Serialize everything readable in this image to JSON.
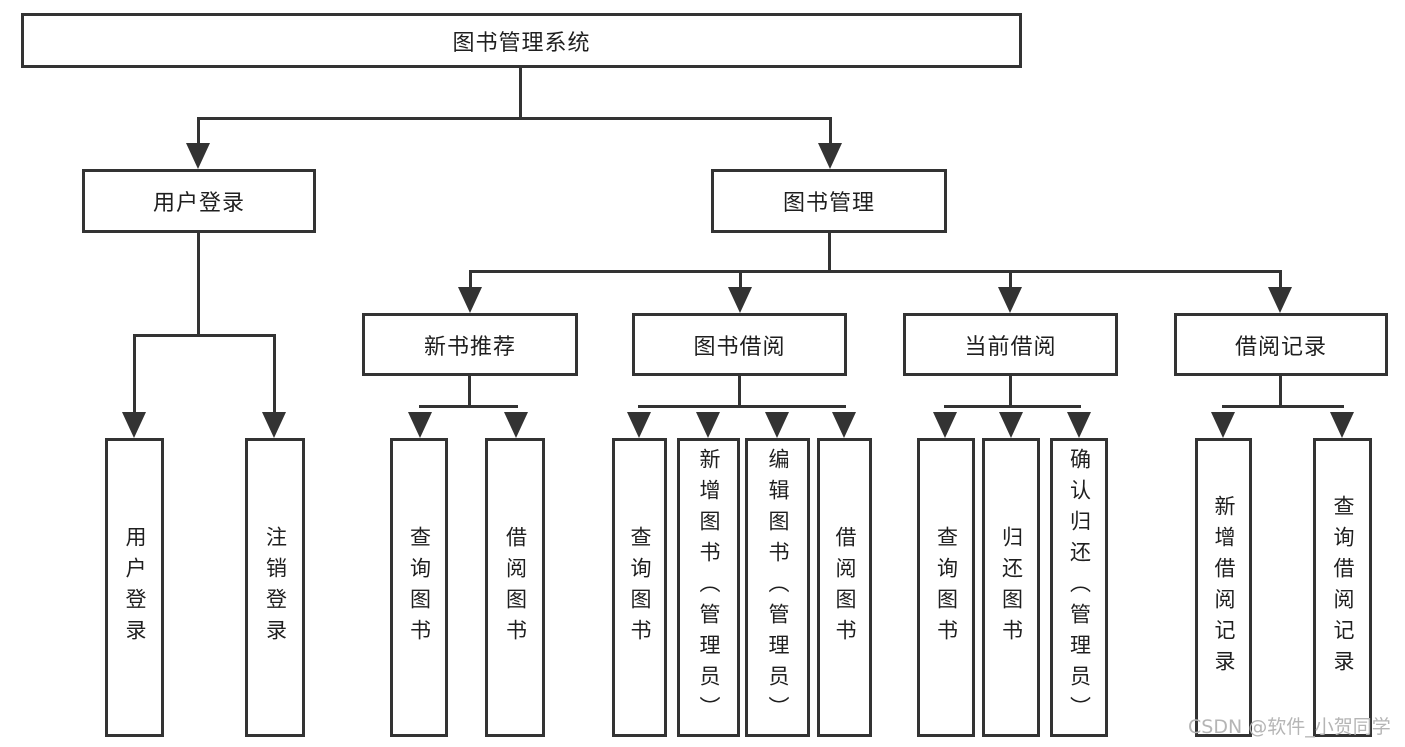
{
  "diagram": {
    "root": {
      "label": "图书管理系统"
    },
    "branches": [
      {
        "label": "用户登录",
        "children": [
          {
            "label": "用户登录"
          },
          {
            "label": "注销登录"
          }
        ]
      },
      {
        "label": "图书管理",
        "children": [
          {
            "label": "新书推荐",
            "children": [
              {
                "label": "查询图书"
              },
              {
                "label": "借阅图书"
              }
            ]
          },
          {
            "label": "图书借阅",
            "children": [
              {
                "label": "查询图书"
              },
              {
                "label": "新增图书（管理员）"
              },
              {
                "label": "编辑图书（管理员）"
              },
              {
                "label": "借阅图书"
              }
            ]
          },
          {
            "label": "当前借阅",
            "children": [
              {
                "label": "查询图书"
              },
              {
                "label": "归还图书"
              },
              {
                "label": "确认归还（管理员）"
              }
            ]
          },
          {
            "label": "借阅记录",
            "children": [
              {
                "label": "新增借阅记录"
              },
              {
                "label": "查询借阅记录"
              }
            ]
          }
        ]
      }
    ]
  },
  "watermark": {
    "text": "CSDN @软件_小贺同学",
    "color": "#b5b5b5"
  },
  "colors": {
    "line": "#333333",
    "box_border": "#333333",
    "text": "#1f1f1f",
    "background": "#ffffff"
  }
}
